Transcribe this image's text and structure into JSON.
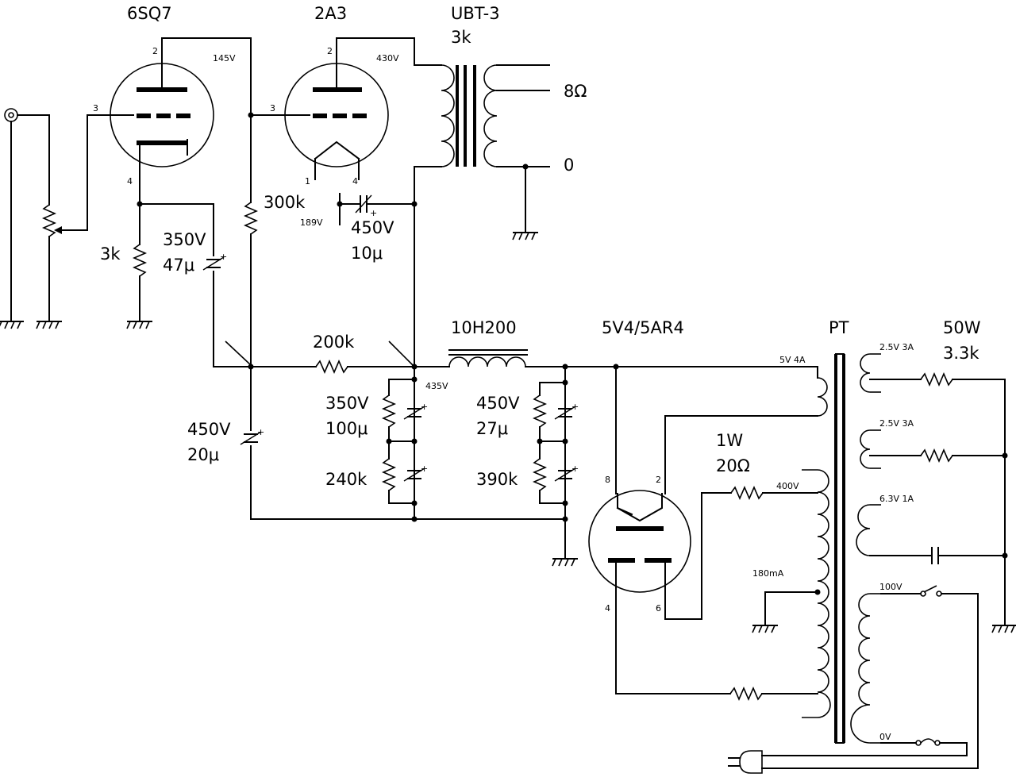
{
  "tubes": {
    "driver": "6SQ7",
    "output": "2A3",
    "rectifier": "5V4/5AR4"
  },
  "output_transformer": {
    "name": "UBT-3",
    "impedance": "3k",
    "tap_8": "8Ω",
    "tap_0": "0"
  },
  "voltages": {
    "v145": "145V",
    "v430": "430V",
    "v189": "189V",
    "v435": "435V",
    "v400": "400V",
    "current": "180mA"
  },
  "components": {
    "r_300k": "300k",
    "r_3k": "3k",
    "c_350v": "350V",
    "c_47u": "47μ",
    "c_450v_10": "450V",
    "c_10u": "10μ",
    "r_200k": "200k",
    "c_450v_20": "450V",
    "c_20u": "20μ",
    "c_350v_100": "350V",
    "c_100u": "100μ",
    "r_240k": "240k",
    "choke": "10H200",
    "c_450v_27": "450V",
    "c_27u": "27μ",
    "r_390k": "390k",
    "r_1w": "1W",
    "r_20ohm": "20Ω",
    "r_50w": "50W",
    "r_3_3k": "3.3k"
  },
  "power_transformer": {
    "name": "PT",
    "w_5v": "5V 4A",
    "w_2_5v_a": "2.5V 3A",
    "w_2_5v_b": "2.5V 3A",
    "w_6_3v": "6.3V 1A",
    "w_100v": "100V",
    "w_0v": "0V"
  },
  "pins": {
    "p2": "2",
    "p3": "3",
    "p4": "4",
    "p1": "1",
    "p8": "8",
    "p6": "6"
  }
}
